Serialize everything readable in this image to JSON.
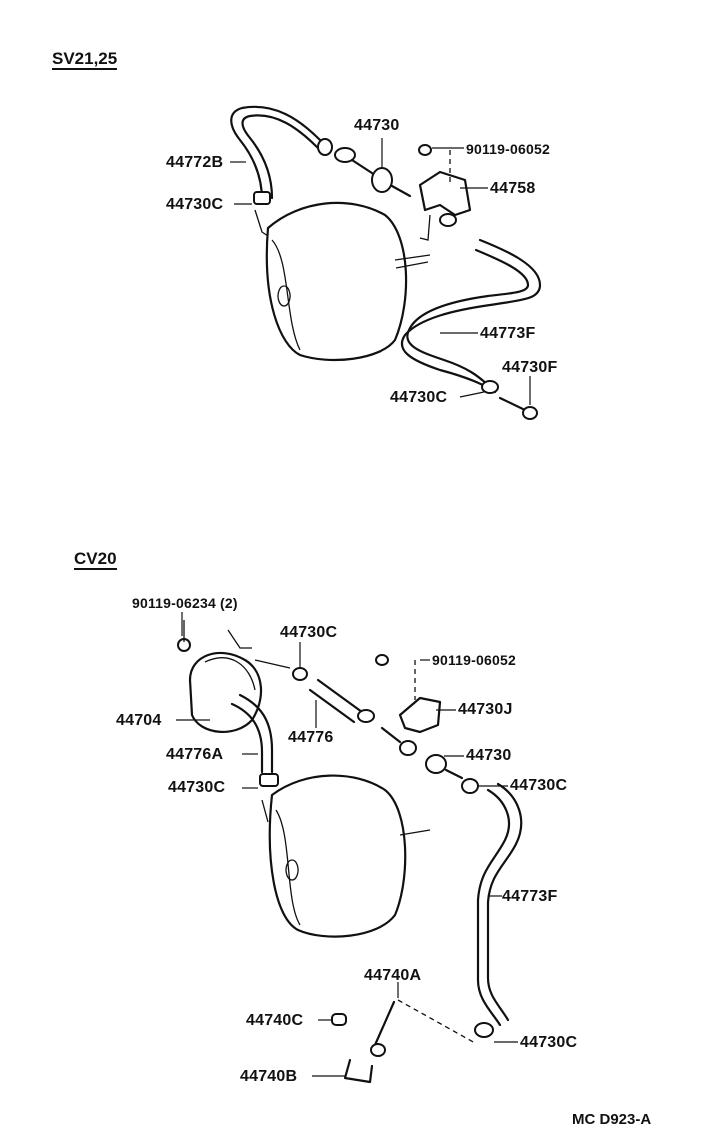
{
  "sections": [
    {
      "title": "SV21,25"
    },
    {
      "title": "CV20"
    }
  ],
  "labels": {
    "sv_44730": "44730",
    "sv_90119_06052": "90119-06052",
    "sv_44772B": "44772B",
    "sv_44758": "44758",
    "sv_44730C_top": "44730C",
    "sv_44773F": "44773F",
    "sv_44730F": "44730F",
    "sv_44730C_bottom": "44730C",
    "cv_90119_06234": "90119-06234  (2)",
    "cv_44730C_top": "44730C",
    "cv_90119_06052": "90119-06052",
    "cv_44730J": "44730J",
    "cv_44704": "44704",
    "cv_44776": "44776",
    "cv_44776A": "44776A",
    "cv_44730": "44730",
    "cv_44730C_left": "44730C",
    "cv_44730C_right": "44730C",
    "cv_44773F": "44773F",
    "cv_44740A": "44740A",
    "cv_44740C": "44740C",
    "cv_44730C_bottom": "44730C",
    "cv_44740B": "44740B"
  },
  "footer": {
    "code": "MC D923-A"
  }
}
